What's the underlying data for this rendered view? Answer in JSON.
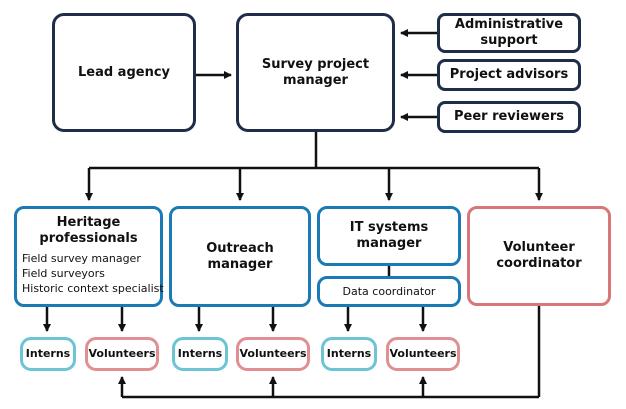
{
  "nodes": {
    "lead_agency": "Lead agency",
    "survey_manager": [
      "Survey project",
      "manager"
    ],
    "admin_support": [
      "Administrative",
      "support"
    ],
    "project_advisors": "Project advisors",
    "peer_reviewers": "Peer reviewers",
    "heritage": {
      "title": [
        "Heritage",
        "professionals"
      ],
      "items": [
        "Field survey manager",
        "Field surveyors",
        "Historic context specialist"
      ]
    },
    "outreach": [
      "Outreach",
      "manager"
    ],
    "it_systems": [
      "IT systems",
      "manager"
    ],
    "data_coordinator": "Data coordinator",
    "volunteer_coordinator": [
      "Volunteer",
      "coordinator"
    ],
    "interns_label": "Interns",
    "volunteers_label": "Volunteers"
  },
  "colors": {
    "navy": "#1f2d4a",
    "blue": "#1a7ab5",
    "red": "#d9767a",
    "teal": "#6cc4d4"
  }
}
